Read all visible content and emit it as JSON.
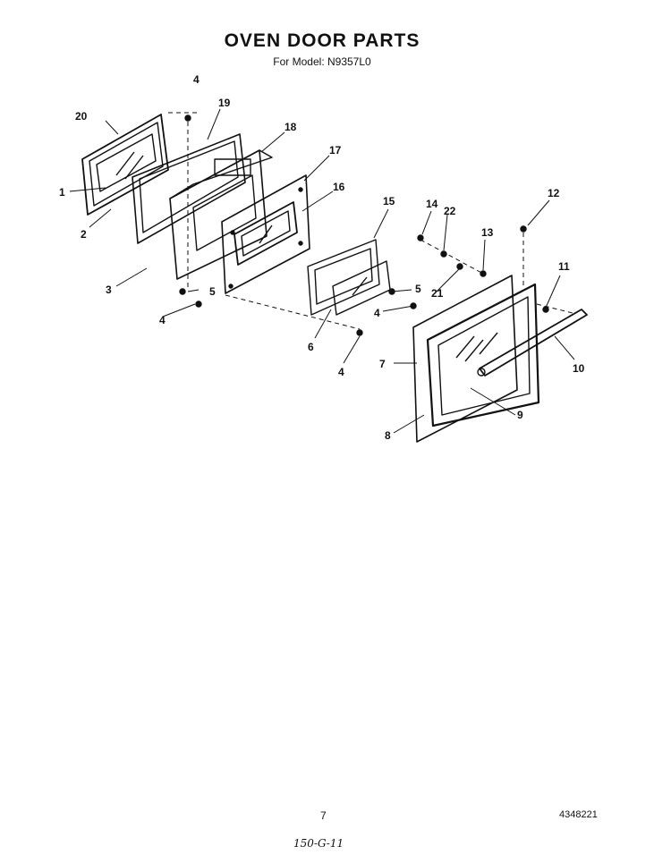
{
  "header": {
    "title": "OVEN DOOR PARTS",
    "subtitle": "For Model: N9357L0"
  },
  "callouts": [
    "1",
    "2",
    "3",
    "4",
    "5",
    "6",
    "7",
    "8",
    "9",
    "10",
    "11",
    "12",
    "13",
    "14",
    "15",
    "16",
    "17",
    "18",
    "19",
    "20",
    "21",
    "22"
  ],
  "footer": {
    "page_number": "7",
    "document_number": "4348221",
    "handwritten_note": "150-G-11"
  },
  "colors": {
    "ink": "#111111",
    "paper": "#ffffff"
  }
}
